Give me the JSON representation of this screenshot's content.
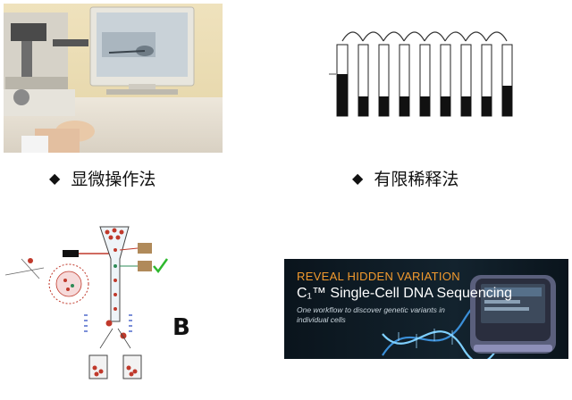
{
  "top_left_caption": {
    "bullet": "◆",
    "text": "显微操作法"
  },
  "top_right_caption": {
    "bullet": "◆",
    "text": "有限稀释法"
  },
  "panel_b": {
    "letter": "B"
  },
  "banner": {
    "headline": "REVEAL HIDDEN VARIATION",
    "product": "C₁™ Single-Cell DNA Sequencing",
    "tagline": "One workflow to discover genetic variants in individual cells"
  },
  "colors": {
    "banner_bg": "#0d1821",
    "banner_accent": "#f29a2e",
    "dna_blue": "#3b8fd8"
  }
}
